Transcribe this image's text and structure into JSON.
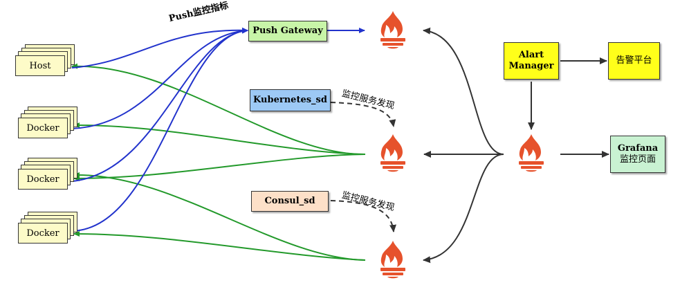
{
  "hosts": [
    {
      "label": "Host"
    },
    {
      "label": "Docker"
    },
    {
      "label": "Docker"
    },
    {
      "label": "Docker"
    }
  ],
  "push_gateway": {
    "label": "Push Gateway"
  },
  "push_caption": "Push监控指标",
  "kubernetes_sd": {
    "label": "Kubernetes_sd"
  },
  "consul_sd": {
    "label": "Consul_sd"
  },
  "discovery_caption_1": "监控服务发现",
  "discovery_caption_2": "监控服务发现",
  "alert_manager": {
    "line1": "Alart",
    "line2": "Manager"
  },
  "alert_platform": {
    "label": "告警平台"
  },
  "grafana": {
    "line1": "Grafana",
    "line2": "监控页面"
  },
  "prometheus_icons": [
    "prometheus-icon",
    "prometheus-icon",
    "prometheus-icon",
    "prometheus-icon"
  ],
  "colors": {
    "host_fill": "#fdfbc8",
    "push_gateway_fill": "#c8f5a8",
    "kubernetes_fill": "#9dc9f5",
    "consul_fill": "#fde0c8",
    "alert_fill": "#ffff1a",
    "grafana_fill": "#c9f2d2",
    "flame": "#e6522c",
    "push_line": "#2233cc",
    "scrape_line": "#22992a",
    "arrow_dark": "#333333"
  }
}
